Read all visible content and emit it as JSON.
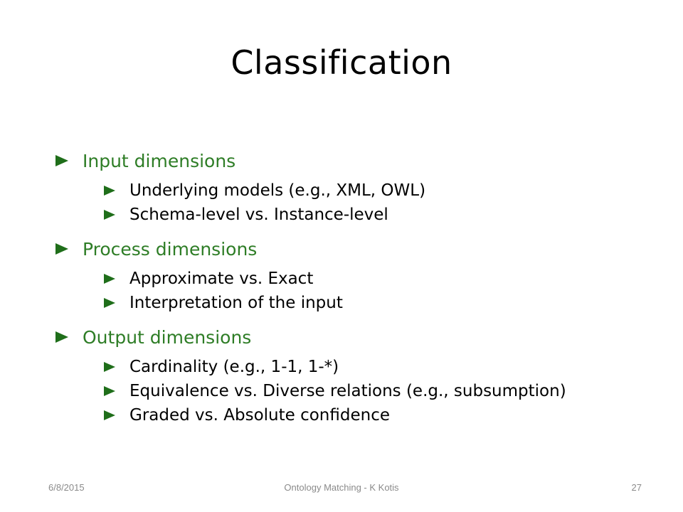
{
  "slide": {
    "title": "Classification",
    "sections": [
      {
        "label": "Input dimensions",
        "items": [
          "Underlying models (e.g., XML, OWL)",
          "Schema-level vs. Instance-level"
        ]
      },
      {
        "label": "Process dimensions",
        "items": [
          "Approximate vs. Exact",
          "Interpretation of the input"
        ]
      },
      {
        "label": "Output dimensions",
        "items": [
          "Cardinality (e.g., 1-1, 1-*)",
          "Equivalence vs. Diverse relations (e.g., subsumption)",
          "Graded vs. Absolute confidence"
        ]
      }
    ],
    "bullet_icon": "triangle-right-icon",
    "colors": {
      "heading_text": "#2e7d26",
      "bullet": "#1f6e1a",
      "footer_text": "#8a8a8a"
    }
  },
  "footer": {
    "date": "6/8/2015",
    "center_text": "Ontology Matching - K Kotis",
    "page_number": "27"
  }
}
